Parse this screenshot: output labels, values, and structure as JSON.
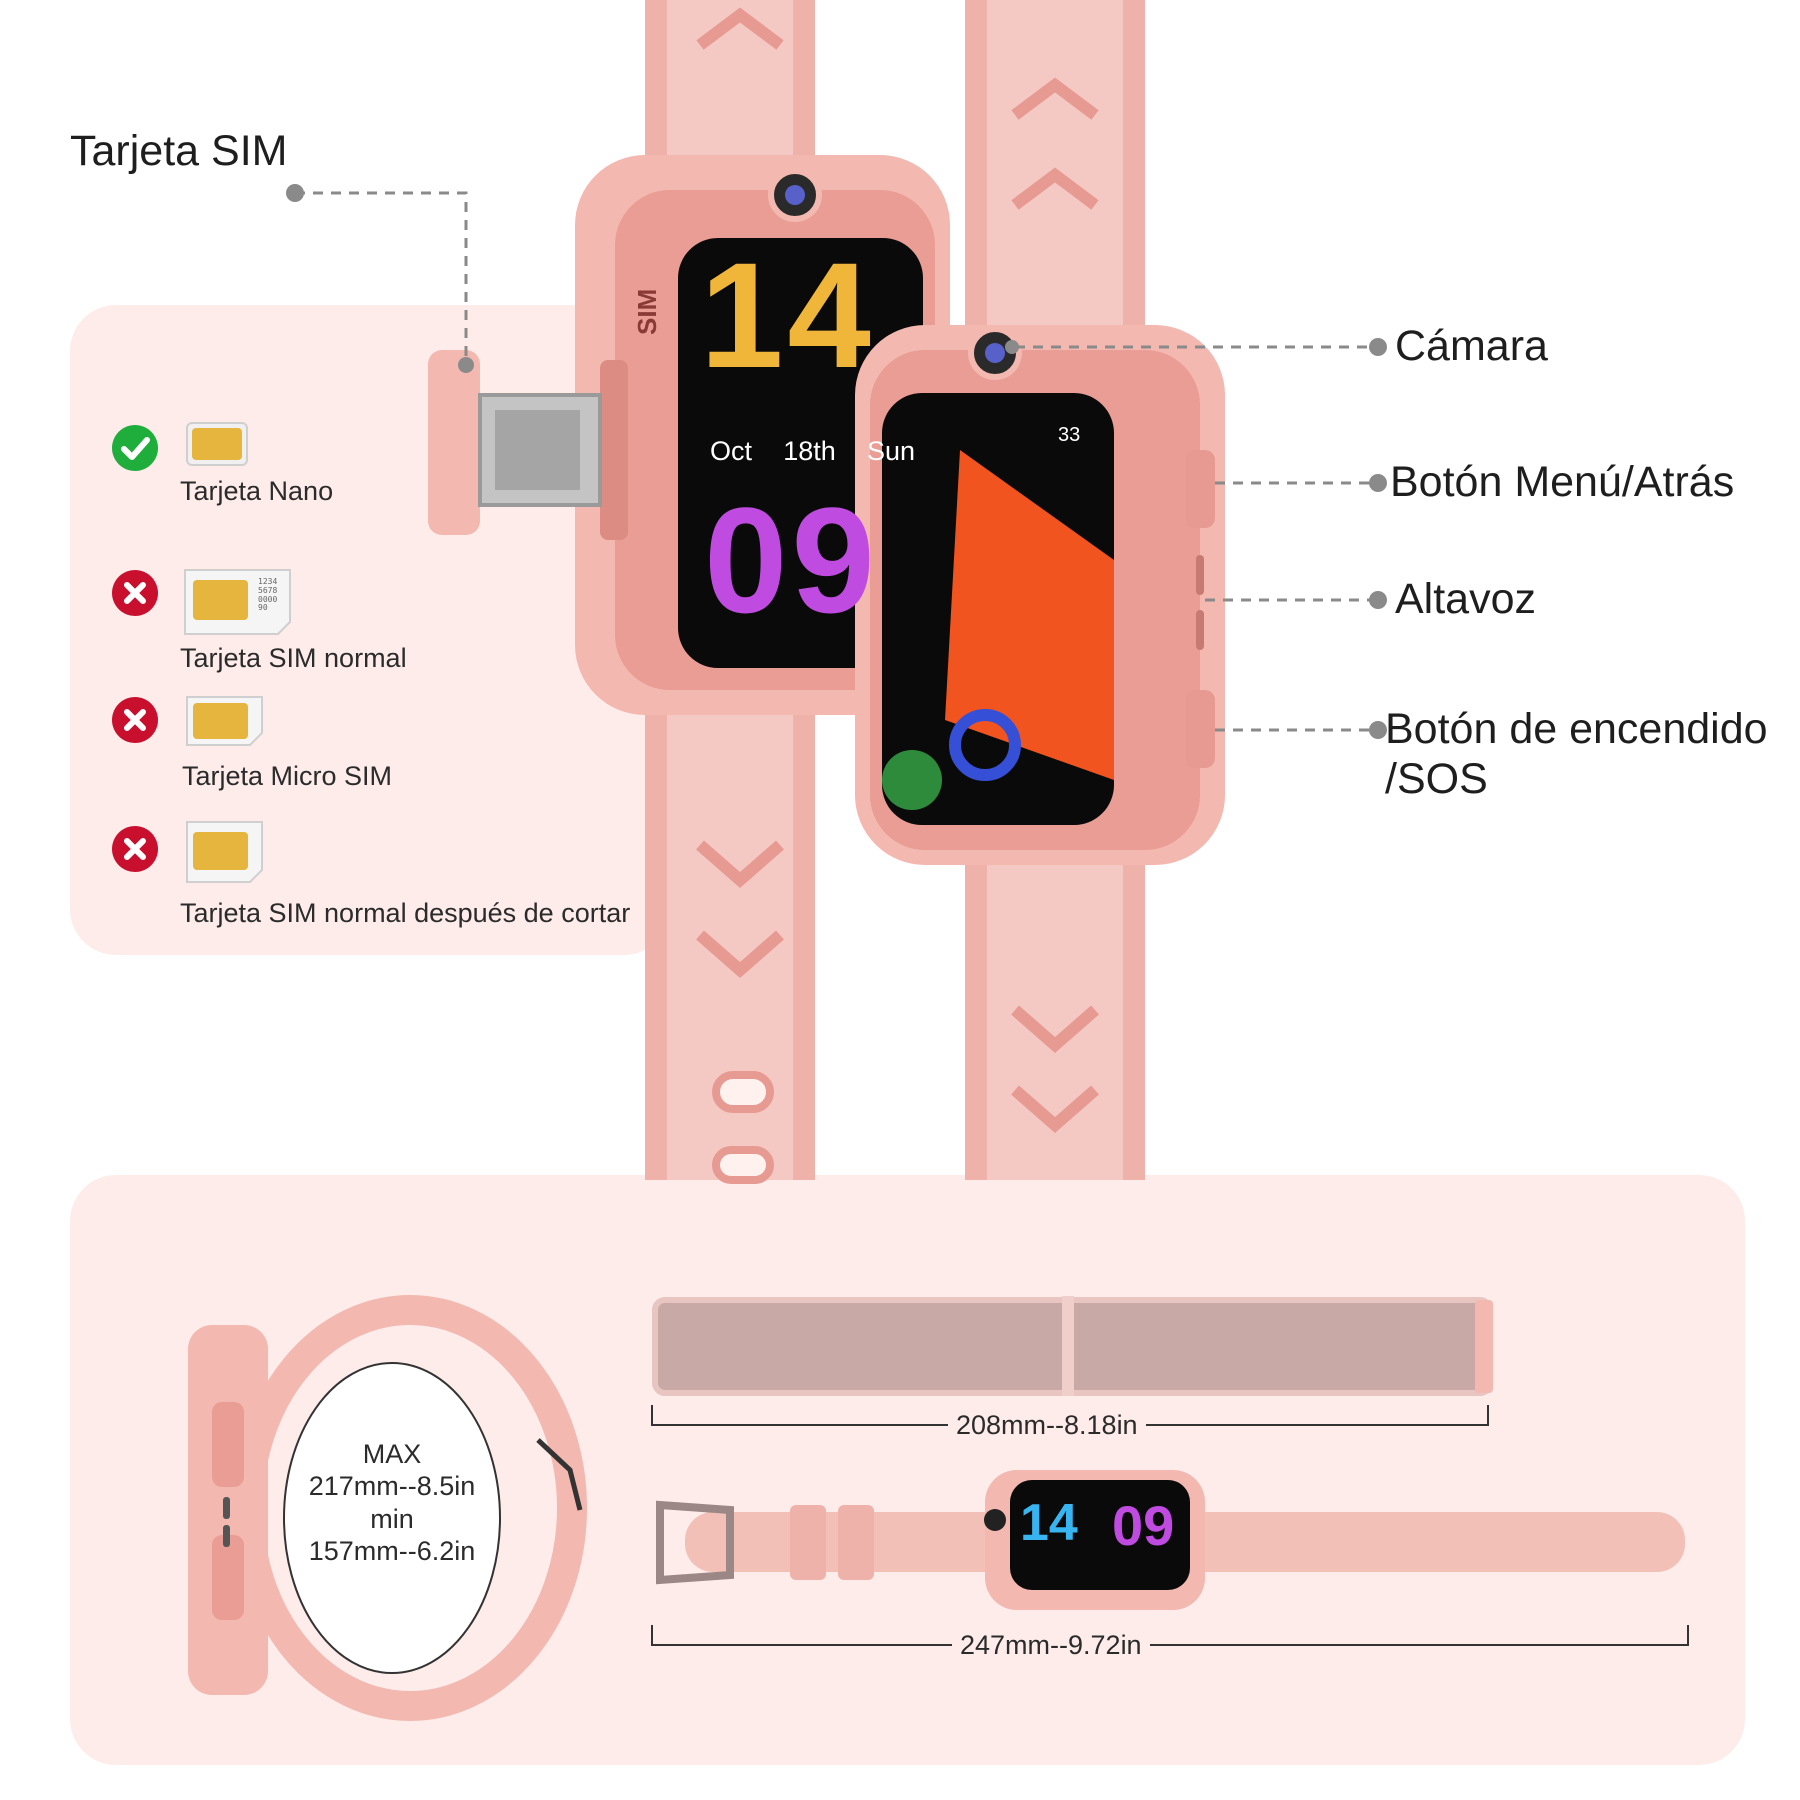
{
  "callouts": {
    "sim": "Tarjeta SIM",
    "camera": "Cámara",
    "menu": "Botón Menú/Atrás",
    "speaker": "Altavoz",
    "power_line1": "Botón de encendido",
    "power_line2": "/SOS"
  },
  "sim_types": [
    {
      "label": "Tarjeta Nano",
      "status": "ok"
    },
    {
      "label": "Tarjeta SIM normal",
      "status": "bad"
    },
    {
      "label": "Tarjeta Micro SIM",
      "status": "bad"
    },
    {
      "label": "Tarjeta SIM normal después de cortar",
      "status": "bad"
    }
  ],
  "sim_card_print": [
    "1234",
    "5678",
    "0000",
    "90"
  ],
  "watch_face": {
    "hour": "14",
    "minute": "09",
    "month": "Oct",
    "day": "18th",
    "weekday": "Sun",
    "side_label": "SIM",
    "gauge": "33"
  },
  "dimensions": {
    "wrist_max_label": "MAX",
    "wrist_max": "217mm--8.5in",
    "wrist_min_label": "min",
    "wrist_min": "157mm--6.2in",
    "nylon_strap": "208mm--8.18in",
    "silicone_strap": "247mm--9.72in"
  },
  "colors": {
    "panel": "#fdecea",
    "strap": "#f5c9c3",
    "strap_dark": "#e79a92",
    "check": "#1fae3b",
    "cross": "#c8102e"
  }
}
